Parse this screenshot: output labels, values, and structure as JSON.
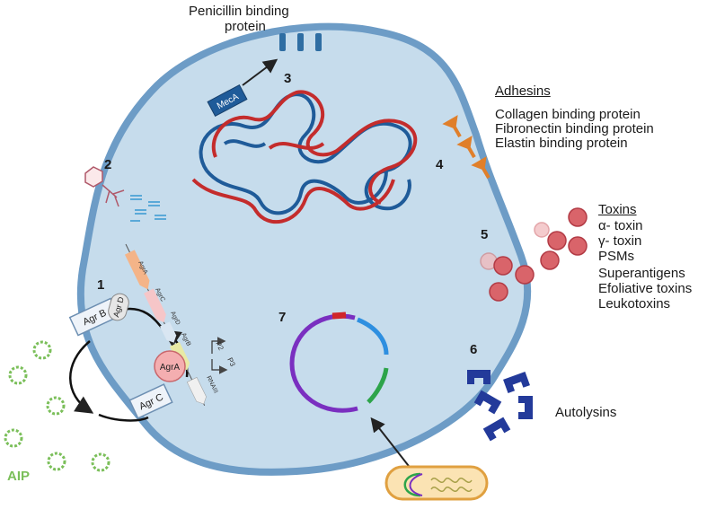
{
  "penicillin": {
    "line1": "Penicillin binding",
    "line2": "protein"
  },
  "meca_label": "MecA",
  "numbers": {
    "n1": "1",
    "n2": "2",
    "n3": "3",
    "n4": "4",
    "n5": "5",
    "n6": "6",
    "n7": "7"
  },
  "adhesins": {
    "heading": "Adhesins",
    "items": [
      "Collagen binding protein",
      "Fibronectin binding protein",
      "Elastin binding protein"
    ]
  },
  "toxins": {
    "heading": "Toxins",
    "items": [
      "α- toxin",
      "γ- toxin",
      "PSMs",
      "Superantigens",
      "Efoliative toxins",
      "Leukotoxins"
    ]
  },
  "autolysins": "Autolysins",
  "aip": "AIP",
  "agr": {
    "agrB": "Agr B",
    "agrD": "Agr D",
    "agrC": "Agr C",
    "agrA": "AgrA",
    "gene_A": "AgrA",
    "gene_C": "AgrC",
    "gene_D": "AgrD",
    "gene_B": "AgrB",
    "p2": "P2",
    "p3": "P3",
    "rnaiii": "RNAIII"
  },
  "colors": {
    "cell_fill": "#c6dcec",
    "cell_border": "#6d9cc6",
    "dna_blue": "#1f5b99",
    "dna_red": "#c42c2c",
    "aip_green": "#7bbf5a",
    "autolysin": "#233a9a",
    "adhesin": "#e07f2a",
    "toxin": "#d9646a",
    "plasmid_purple": "#7a2fc0",
    "plasmid_blue": "#2e8fe0",
    "plasmid_green": "#2da44a",
    "plasmid_red": "#d0262a"
  }
}
